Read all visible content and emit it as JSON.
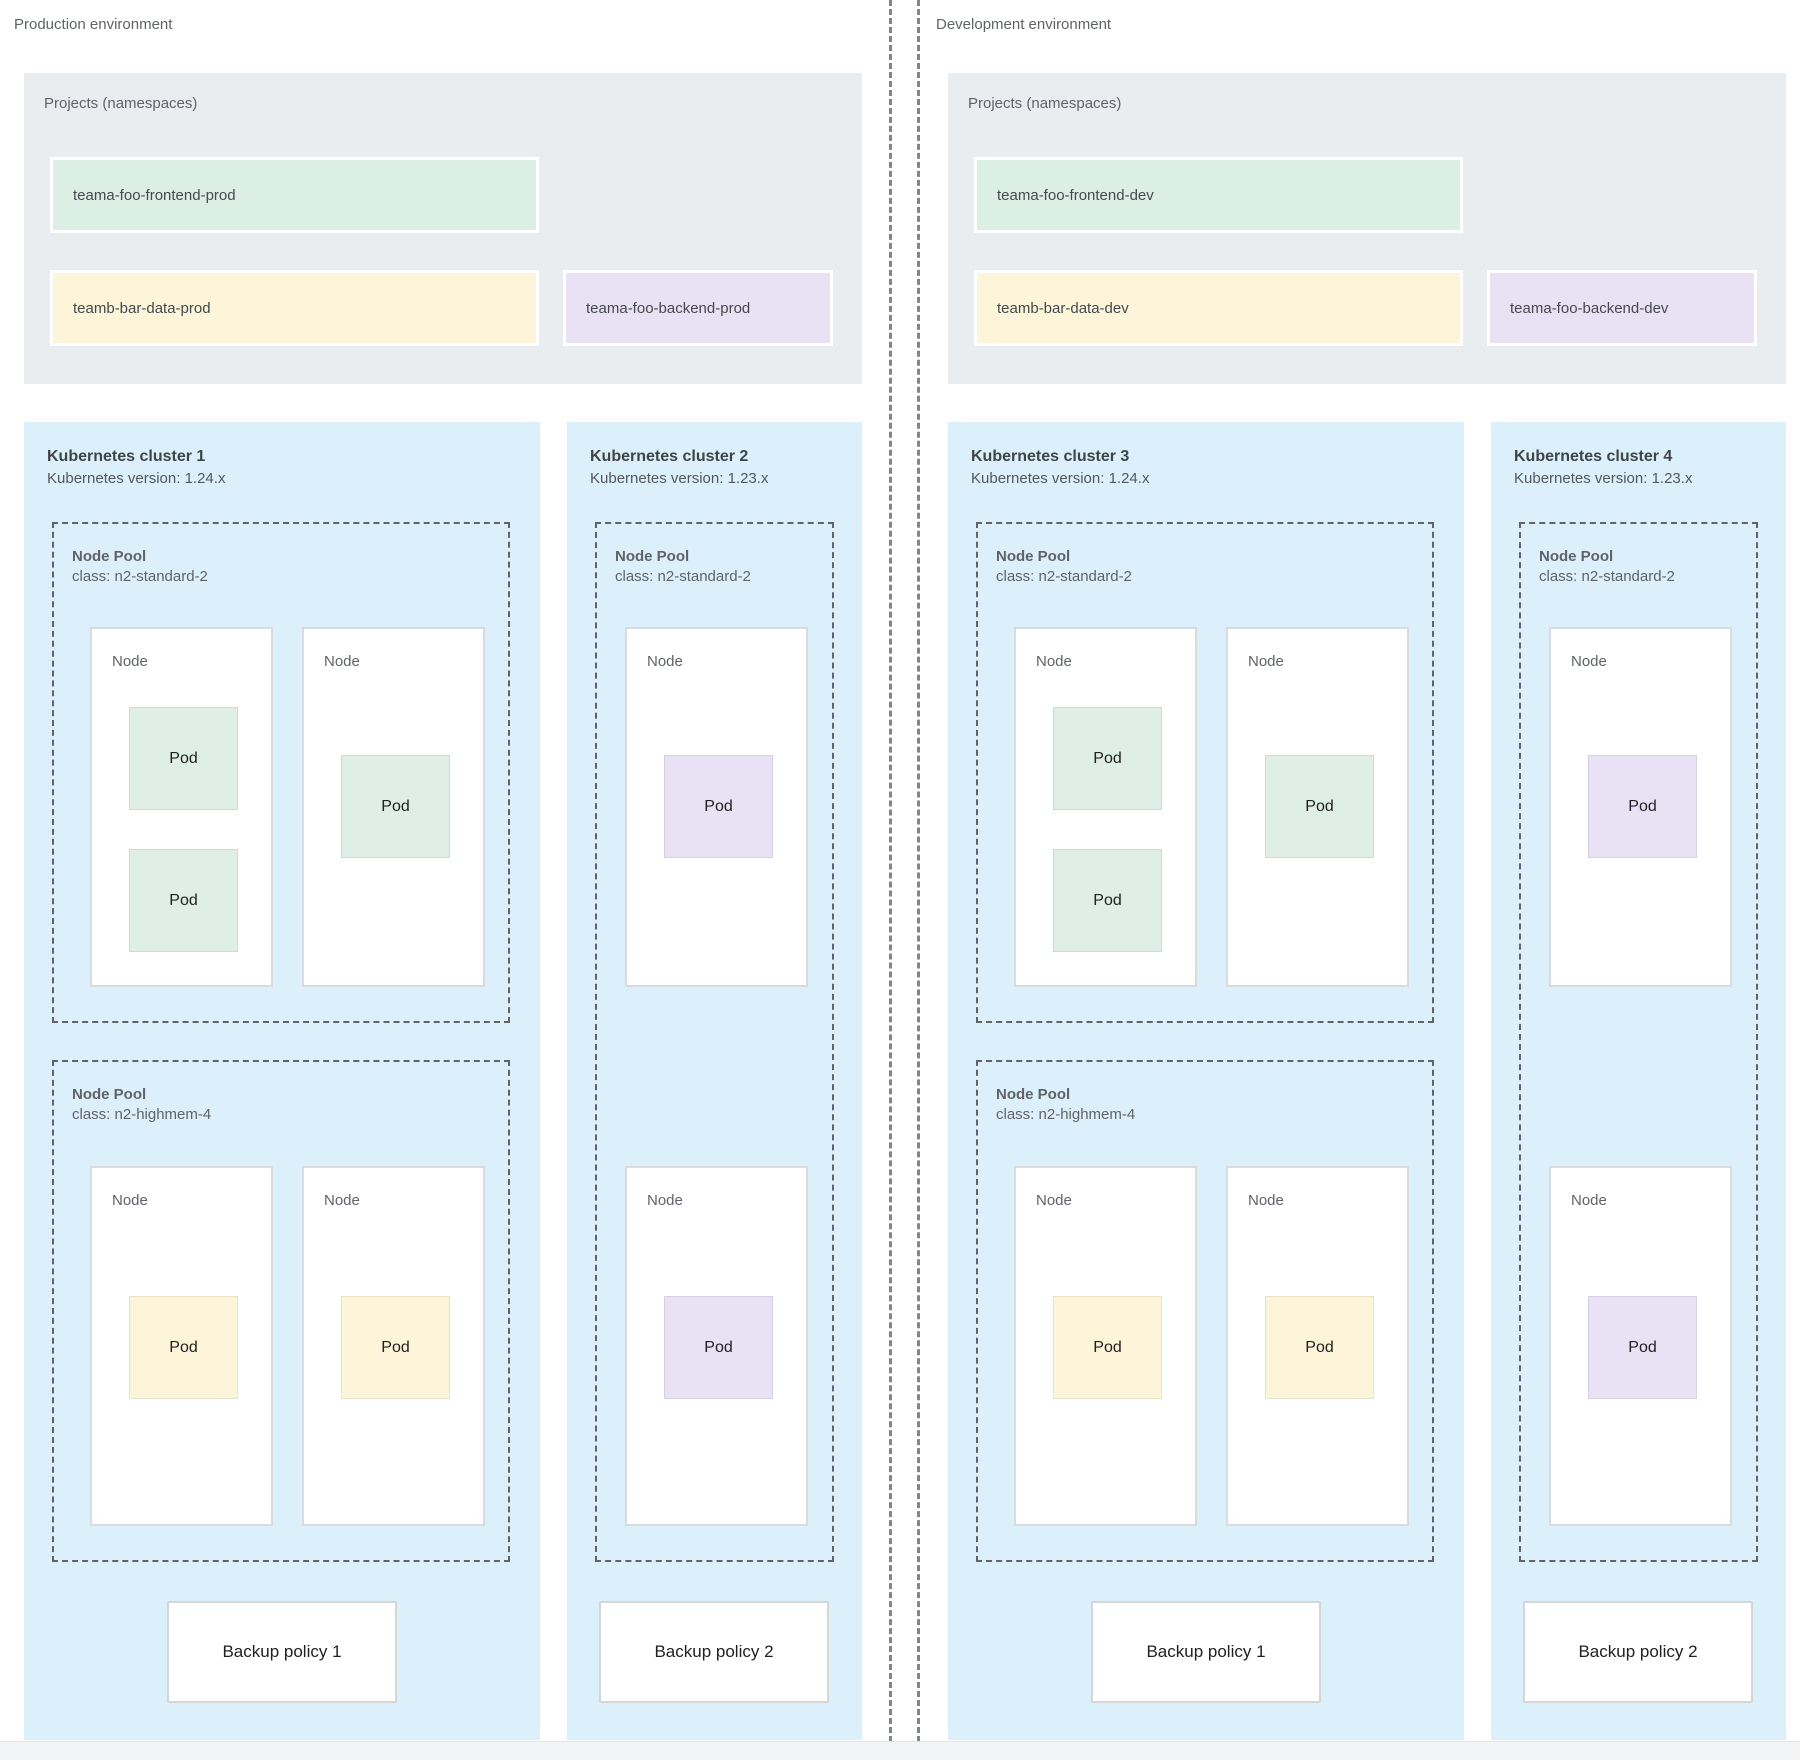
{
  "palette": {
    "cluster_blue": "#dcf0fb",
    "projects_gray": "#e9edf0",
    "namespace_green": "#dcefe4",
    "namespace_yellow": "#fdf5d9",
    "namespace_purple": "#e9e2f4",
    "node_white": "#ffffff",
    "dash_border_gray": "#606468",
    "text_gray": "#5f6368",
    "text_dark": "#3f4449"
  },
  "environments": [
    {
      "label": "Production environment",
      "projects": {
        "title": "Projects (namespaces)",
        "items": [
          {
            "name": "teama-foo-frontend-prod",
            "color": "green"
          },
          {
            "name": "teamb-bar-data-prod",
            "color": "yellow"
          },
          {
            "name": "teama-foo-backend-prod",
            "color": "purple"
          }
        ]
      },
      "clusters": [
        {
          "title": "Kubernetes cluster 1",
          "version": "Kubernetes version: 1.24.x",
          "backup_policy": "Backup policy 1",
          "pools": [
            {
              "label": "Node Pool",
              "machine_class": "class: n2-standard-2",
              "nodes": [
                {
                  "label": "Node",
                  "pods": [
                    {
                      "label": "Pod",
                      "color": "green"
                    },
                    {
                      "label": "Pod",
                      "color": "green"
                    }
                  ]
                },
                {
                  "label": "Node",
                  "pods": [
                    {
                      "label": "Pod",
                      "color": "green"
                    }
                  ]
                }
              ]
            },
            {
              "label": "Node Pool",
              "machine_class": "class: n2-highmem-4",
              "nodes": [
                {
                  "label": "Node",
                  "pods": [
                    {
                      "label": "Pod",
                      "color": "yellow"
                    }
                  ]
                },
                {
                  "label": "Node",
                  "pods": [
                    {
                      "label": "Pod",
                      "color": "yellow"
                    }
                  ]
                }
              ]
            }
          ]
        },
        {
          "title": "Kubernetes cluster 2",
          "version": "Kubernetes version: 1.23.x",
          "backup_policy": "Backup policy 2",
          "pools": [
            {
              "label": "Node Pool",
              "machine_class": "class: n2-standard-2",
              "nodes": [
                {
                  "label": "Node",
                  "pods": [
                    {
                      "label": "Pod",
                      "color": "purple"
                    }
                  ]
                },
                {
                  "label": "Node",
                  "pods": [
                    {
                      "label": "Pod",
                      "color": "purple"
                    }
                  ]
                }
              ]
            }
          ]
        }
      ]
    },
    {
      "label": "Development environment",
      "projects": {
        "title": "Projects (namespaces)",
        "items": [
          {
            "name": "teama-foo-frontend-dev",
            "color": "green"
          },
          {
            "name": "teamb-bar-data-dev",
            "color": "yellow"
          },
          {
            "name": "teama-foo-backend-dev",
            "color": "purple"
          }
        ]
      },
      "clusters": [
        {
          "title": "Kubernetes cluster 3",
          "version": "Kubernetes version: 1.24.x",
          "backup_policy": "Backup policy 1",
          "pools": [
            {
              "label": "Node Pool",
              "machine_class": "class: n2-standard-2",
              "nodes": [
                {
                  "label": "Node",
                  "pods": [
                    {
                      "label": "Pod",
                      "color": "green"
                    },
                    {
                      "label": "Pod",
                      "color": "green"
                    }
                  ]
                },
                {
                  "label": "Node",
                  "pods": [
                    {
                      "label": "Pod",
                      "color": "green"
                    }
                  ]
                }
              ]
            },
            {
              "label": "Node Pool",
              "machine_class": "class: n2-highmem-4",
              "nodes": [
                {
                  "label": "Node",
                  "pods": [
                    {
                      "label": "Pod",
                      "color": "yellow"
                    }
                  ]
                },
                {
                  "label": "Node",
                  "pods": [
                    {
                      "label": "Pod",
                      "color": "yellow"
                    }
                  ]
                }
              ]
            }
          ]
        },
        {
          "title": "Kubernetes cluster 4",
          "version": "Kubernetes version: 1.23.x",
          "backup_policy": "Backup policy 2",
          "pools": [
            {
              "label": "Node Pool",
              "machine_class": "class: n2-standard-2",
              "nodes": [
                {
                  "label": "Node",
                  "pods": [
                    {
                      "label": "Pod",
                      "color": "purple"
                    }
                  ]
                },
                {
                  "label": "Node",
                  "pods": [
                    {
                      "label": "Pod",
                      "color": "purple"
                    }
                  ]
                }
              ]
            }
          ]
        }
      ]
    }
  ]
}
